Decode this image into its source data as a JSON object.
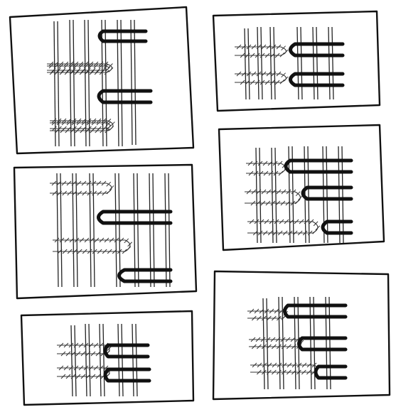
{
  "sheet": {
    "panels": [
      {
        "id": "panel-1"
      },
      {
        "id": "panel-2"
      },
      {
        "id": "panel-3"
      },
      {
        "id": "panel-4"
      },
      {
        "id": "panel-5"
      },
      {
        "id": "panel-6"
      }
    ],
    "colors": {
      "ink": "#111111",
      "paper": "#ffffff"
    }
  }
}
